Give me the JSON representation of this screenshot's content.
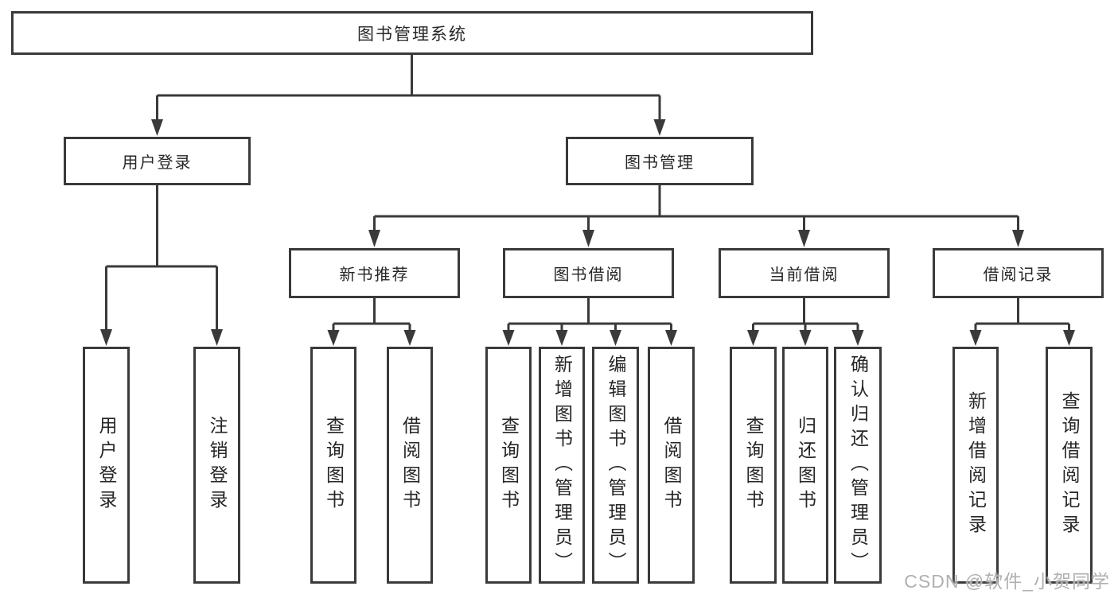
{
  "tree": {
    "label": "图书管理系统",
    "children": [
      {
        "label": "用户登录",
        "children": [
          {
            "label": "用户登录"
          },
          {
            "label": "注销登录"
          }
        ]
      },
      {
        "label": "图书管理",
        "children": [
          {
            "label": "新书推荐",
            "children": [
              {
                "label": "查询图书"
              },
              {
                "label": "借阅图书"
              }
            ]
          },
          {
            "label": "图书借阅",
            "children": [
              {
                "label": "查询图书"
              },
              {
                "label": "新增图书（管理员）"
              },
              {
                "label": "编辑图书（管理员）"
              },
              {
                "label": "借阅图书"
              }
            ]
          },
          {
            "label": "当前借阅",
            "children": [
              {
                "label": "查询图书"
              },
              {
                "label": "归还图书"
              },
              {
                "label": "确认归还（管理员）"
              }
            ]
          },
          {
            "label": "借阅记录",
            "children": [
              {
                "label": "新增借阅记录"
              },
              {
                "label": "查询借阅记录"
              }
            ]
          }
        ]
      }
    ]
  },
  "watermark": {
    "text": "CSDN @软件_小贺同学"
  },
  "colors": {
    "line": "#3a3a3a",
    "text": "#262626",
    "background": "#ffffff",
    "watermark": "#b0b0b0"
  }
}
